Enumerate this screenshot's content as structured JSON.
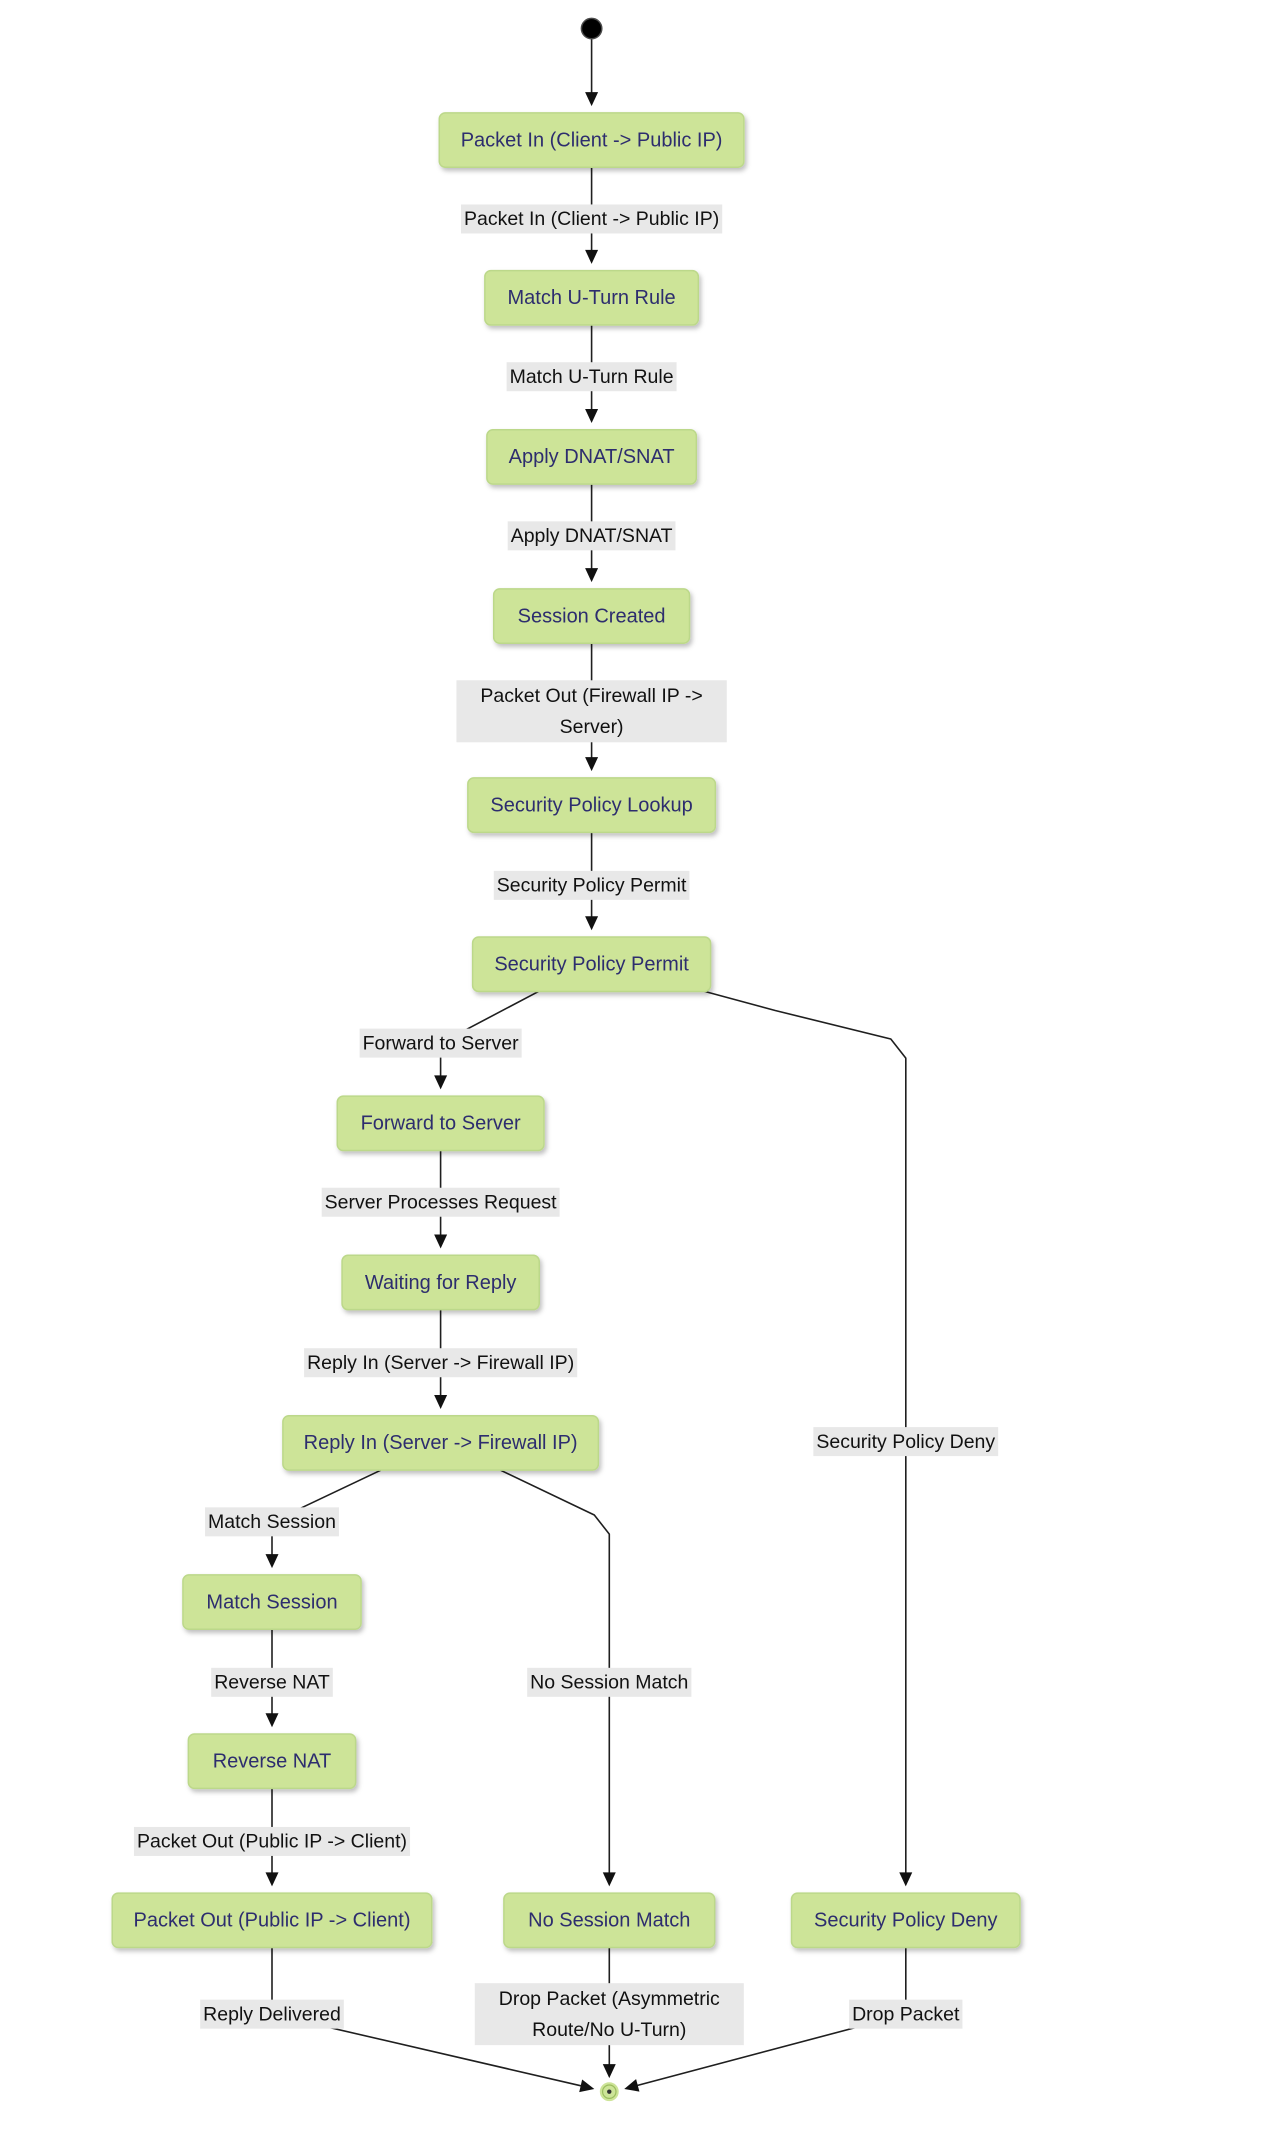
{
  "diagram": {
    "type": "state-diagram",
    "states": {
      "start": "",
      "packet_in": "Packet In (Client -> Public IP)",
      "match_uturn": "Match U-Turn Rule",
      "apply_nat": "Apply DNAT/SNAT",
      "session_created": "Session Created",
      "policy_lookup": "Security Policy Lookup",
      "policy_permit": "Security Policy Permit",
      "forward_server": "Forward to Server",
      "waiting_reply": "Waiting for Reply",
      "reply_in": "Reply In (Server -> Firewall IP)",
      "match_session": "Match Session",
      "reverse_nat": "Reverse NAT",
      "packet_out": "Packet Out (Public IP -> Client)",
      "no_session": "No Session Match",
      "policy_deny": "Security Policy Deny",
      "end": ""
    },
    "transitions": [
      {
        "from": "start",
        "to": "packet_in",
        "label": ""
      },
      {
        "from": "packet_in",
        "to": "match_uturn",
        "label": "Packet In (Client -> Public IP)"
      },
      {
        "from": "match_uturn",
        "to": "apply_nat",
        "label": "Match U-Turn Rule"
      },
      {
        "from": "apply_nat",
        "to": "session_created",
        "label": "Apply DNAT/SNAT"
      },
      {
        "from": "session_created",
        "to": "policy_lookup",
        "label": [
          "Packet Out (Firewall IP ->",
          "Server)"
        ]
      },
      {
        "from": "policy_lookup",
        "to": "policy_permit",
        "label": "Security Policy Permit"
      },
      {
        "from": "policy_permit",
        "to": "forward_server",
        "label": "Forward to Server"
      },
      {
        "from": "policy_permit",
        "to": "policy_deny",
        "label": "Security Policy Deny"
      },
      {
        "from": "forward_server",
        "to": "waiting_reply",
        "label": "Server Processes Request"
      },
      {
        "from": "waiting_reply",
        "to": "reply_in",
        "label": "Reply In (Server -> Firewall IP)"
      },
      {
        "from": "reply_in",
        "to": "match_session",
        "label": "Match Session"
      },
      {
        "from": "reply_in",
        "to": "no_session",
        "label": "No Session Match"
      },
      {
        "from": "match_session",
        "to": "reverse_nat",
        "label": "Reverse NAT"
      },
      {
        "from": "reverse_nat",
        "to": "packet_out",
        "label": "Packet Out (Public IP -> Client)"
      },
      {
        "from": "packet_out",
        "to": "end",
        "label": "Reply Delivered"
      },
      {
        "from": "no_session",
        "to": "end",
        "label": [
          "Drop Packet (Asymmetric",
          "Route/No U-Turn)"
        ]
      },
      {
        "from": "policy_deny",
        "to": "end",
        "label": "Drop Packet"
      }
    ],
    "colors": {
      "state_fill": "#cde498",
      "state_stroke": "#bcd88a",
      "state_text": "#2d2d6e",
      "edge": "#1f1f1f",
      "edge_label_bg": "#e8e8e8"
    }
  }
}
